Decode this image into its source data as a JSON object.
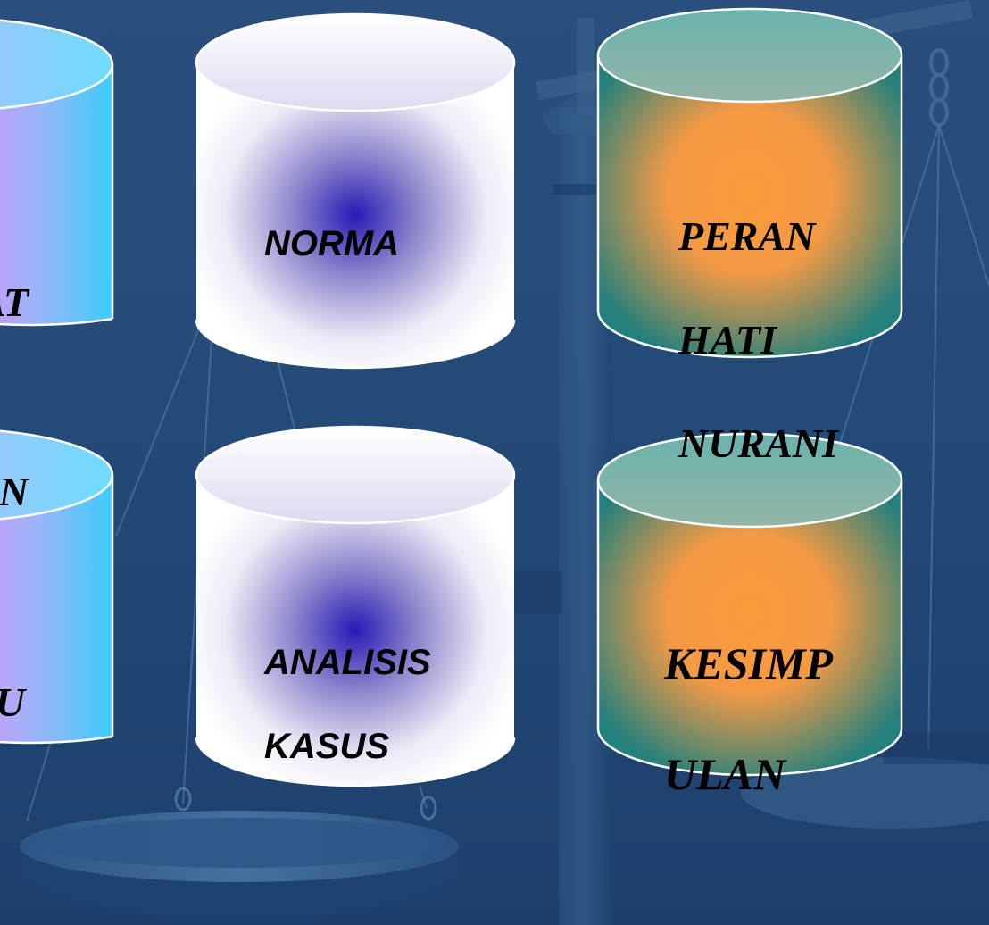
{
  "slide": {
    "cylinders": [
      {
        "id": "top-left",
        "label_lines": [
          "AT",
          "N"
        ],
        "style": "pink-cyan"
      },
      {
        "id": "top-middle",
        "label_lines": [
          "NORMA"
        ],
        "style": "white-indigo"
      },
      {
        "id": "top-right",
        "label_lines": [
          "PERAN",
          "HATI",
          "NURANI"
        ],
        "style": "teal-orange"
      },
      {
        "id": "bottom-left",
        "label_lines": [
          "U"
        ],
        "style": "pink-cyan"
      },
      {
        "id": "bottom-middle",
        "label_lines": [
          "ANALISIS",
          "KASUS"
        ],
        "style": "white-indigo"
      },
      {
        "id": "bottom-right",
        "label_lines": [
          "KESIMP",
          "ULAN"
        ],
        "style": "teal-orange"
      }
    ],
    "background": {
      "image": "scales-of-justice",
      "colors": {
        "base": "#244a78",
        "scale_light": "#3f6792",
        "scale_dark": "#1b3a63"
      }
    },
    "cylinder_colors": {
      "pink": "#e48cf6",
      "cyan": "#3ccdfb",
      "white": "#f7f7fc",
      "indigo": "#2a1ab5",
      "teal": "#23807c",
      "orange": "#f79b3a",
      "rim": "#ffffff"
    }
  }
}
